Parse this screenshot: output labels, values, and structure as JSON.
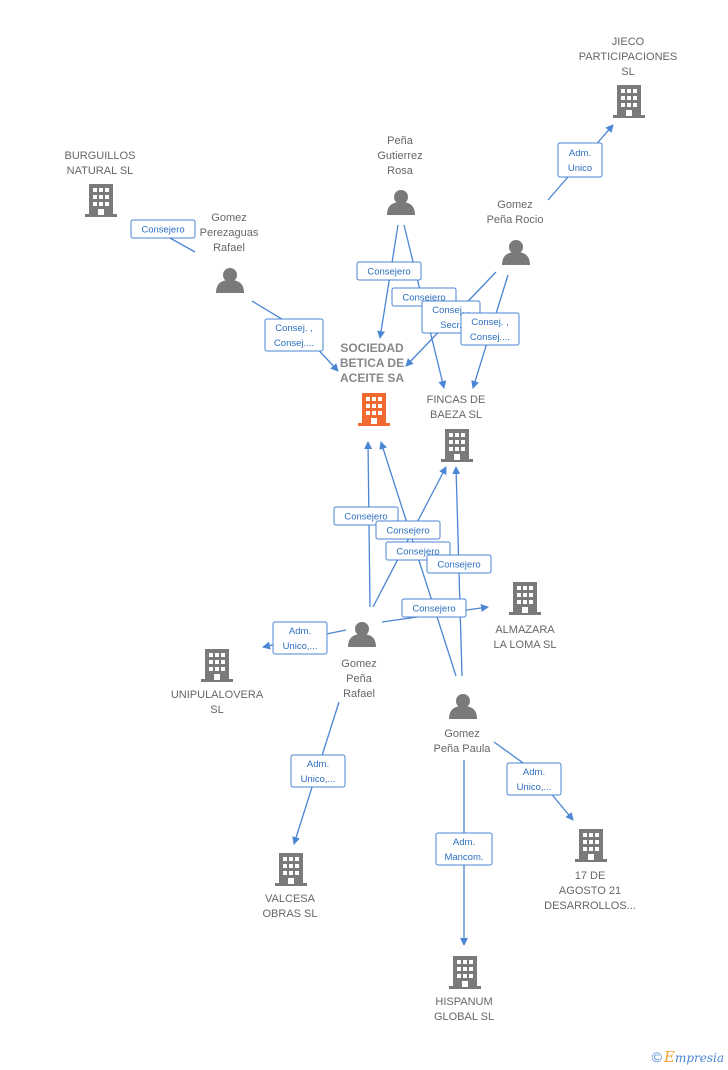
{
  "colors": {
    "edge": "#4a86d4",
    "node_icon": "#7a7a7a",
    "main_company": "#f26a30",
    "label": "#666666"
  },
  "nodes": [
    {
      "id": "sociedad",
      "type": "company",
      "main": true,
      "lines": [
        "SOCIEDAD",
        "BETICA DE",
        "ACEITE SA"
      ]
    },
    {
      "id": "jieco",
      "type": "company",
      "lines": [
        "JIECO",
        "PARTICIPACIONES",
        "SL"
      ]
    },
    {
      "id": "burguillos",
      "type": "company",
      "lines": [
        "BURGUILLOS",
        "NATURAL SL"
      ]
    },
    {
      "id": "pena_rosa",
      "type": "person",
      "lines": [
        "Peña",
        "Gutierrez",
        "Rosa"
      ]
    },
    {
      "id": "gomez_rocio",
      "type": "person",
      "lines": [
        "Gomez",
        "Peña Rocio"
      ]
    },
    {
      "id": "gomez_rafael_p",
      "type": "person",
      "lines": [
        "Gomez",
        "Perezaguas",
        "Rafael"
      ]
    },
    {
      "id": "fincas",
      "type": "company",
      "lines": [
        "FINCAS DE",
        "BAEZA  SL"
      ]
    },
    {
      "id": "almazara",
      "type": "company",
      "lines": [
        "ALMAZARA",
        "LA LOMA  SL"
      ]
    },
    {
      "id": "gomez_rafael",
      "type": "person",
      "lines": [
        "Gomez",
        "Peña",
        "Rafael"
      ]
    },
    {
      "id": "unipula",
      "type": "company",
      "lines": [
        "UNIPULALOVERA",
        "SL"
      ]
    },
    {
      "id": "gomez_paula",
      "type": "person",
      "lines": [
        "Gomez",
        "Peña Paula"
      ]
    },
    {
      "id": "valcesa",
      "type": "company",
      "lines": [
        "VALCESA",
        "OBRAS  SL"
      ]
    },
    {
      "id": "agosto",
      "type": "company",
      "lines": [
        "17 DE",
        "AGOSTO 21",
        "DESARROLLOS..."
      ]
    },
    {
      "id": "hispanum",
      "type": "company",
      "lines": [
        "HISPANUM",
        "GLOBAL  SL"
      ]
    }
  ],
  "edges": [
    {
      "from": "gomez_rocio",
      "to": "jieco",
      "label": [
        "Adm.",
        "Unico"
      ]
    },
    {
      "from": "gomez_rafael_p",
      "to": "burguillos",
      "label": [
        "Consejero"
      ]
    },
    {
      "from": "gomez_rafael_p",
      "to": "sociedad",
      "label": [
        "Consej. ,",
        "Consej...."
      ]
    },
    {
      "from": "pena_rosa",
      "to": "sociedad",
      "label": [
        "Consejero"
      ]
    },
    {
      "from": "pena_rosa",
      "to": "fincas",
      "label": [
        "Consejero"
      ]
    },
    {
      "from": "gomez_rocio",
      "to": "sociedad",
      "label": [
        "Consej. ,",
        "Secr."
      ]
    },
    {
      "from": "gomez_rocio",
      "to": "fincas",
      "label": [
        "Consej. ,",
        "Consej...."
      ]
    },
    {
      "from": "gomez_rafael",
      "to": "sociedad",
      "label": [
        "Consejero"
      ]
    },
    {
      "from": "gomez_rafael",
      "to": "fincas",
      "label": [
        "Consejero"
      ]
    },
    {
      "from": "gomez_paula",
      "to": "sociedad",
      "label": [
        "Consejero"
      ]
    },
    {
      "from": "gomez_paula",
      "to": "fincas",
      "label": [
        "Consejero"
      ]
    },
    {
      "from": "gomez_rafael",
      "to": "almazara",
      "label": [
        "Consejero"
      ]
    },
    {
      "from": "gomez_rafael",
      "to": "unipula",
      "label": [
        "Adm.",
        "Unico,..."
      ]
    },
    {
      "from": "gomez_rafael",
      "to": "valcesa",
      "label": [
        "Adm.",
        "Unico,..."
      ]
    },
    {
      "from": "gomez_paula",
      "to": "agosto",
      "label": [
        "Adm.",
        "Unico,..."
      ]
    },
    {
      "from": "gomez_paula",
      "to": "hispanum",
      "label": [
        "Adm.",
        "Mancom."
      ]
    }
  ],
  "brand": {
    "symbol": "©",
    "initial": "E",
    "rest": "mpresia"
  }
}
